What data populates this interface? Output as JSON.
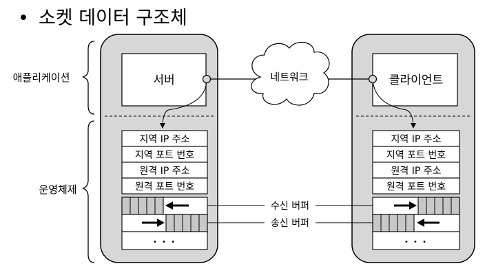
{
  "title": "소켓 데이터 구조체",
  "bullet": "•",
  "layers": {
    "application": "애플리케이션",
    "os": "운영체제"
  },
  "network": "네트워크",
  "server": {
    "label": "서버",
    "fields": [
      "지역 IP 주소",
      "지역 포트 번호",
      "원격 IP 주소",
      "원격 포트 번호"
    ],
    "ellipsis": "• • •"
  },
  "client": {
    "label": "클라이언트",
    "fields": [
      "지역 IP 주소",
      "지역 포트 번호",
      "원격 IP 주소",
      "원격 포트 번호"
    ],
    "ellipsis": "• • •"
  },
  "buffers": {
    "receive": "수신 버퍼",
    "send": "송신 버퍼"
  },
  "colors": {
    "panel": "#d7d7d7",
    "buffer_cell": "#c8c8c8",
    "line": "#000000"
  }
}
